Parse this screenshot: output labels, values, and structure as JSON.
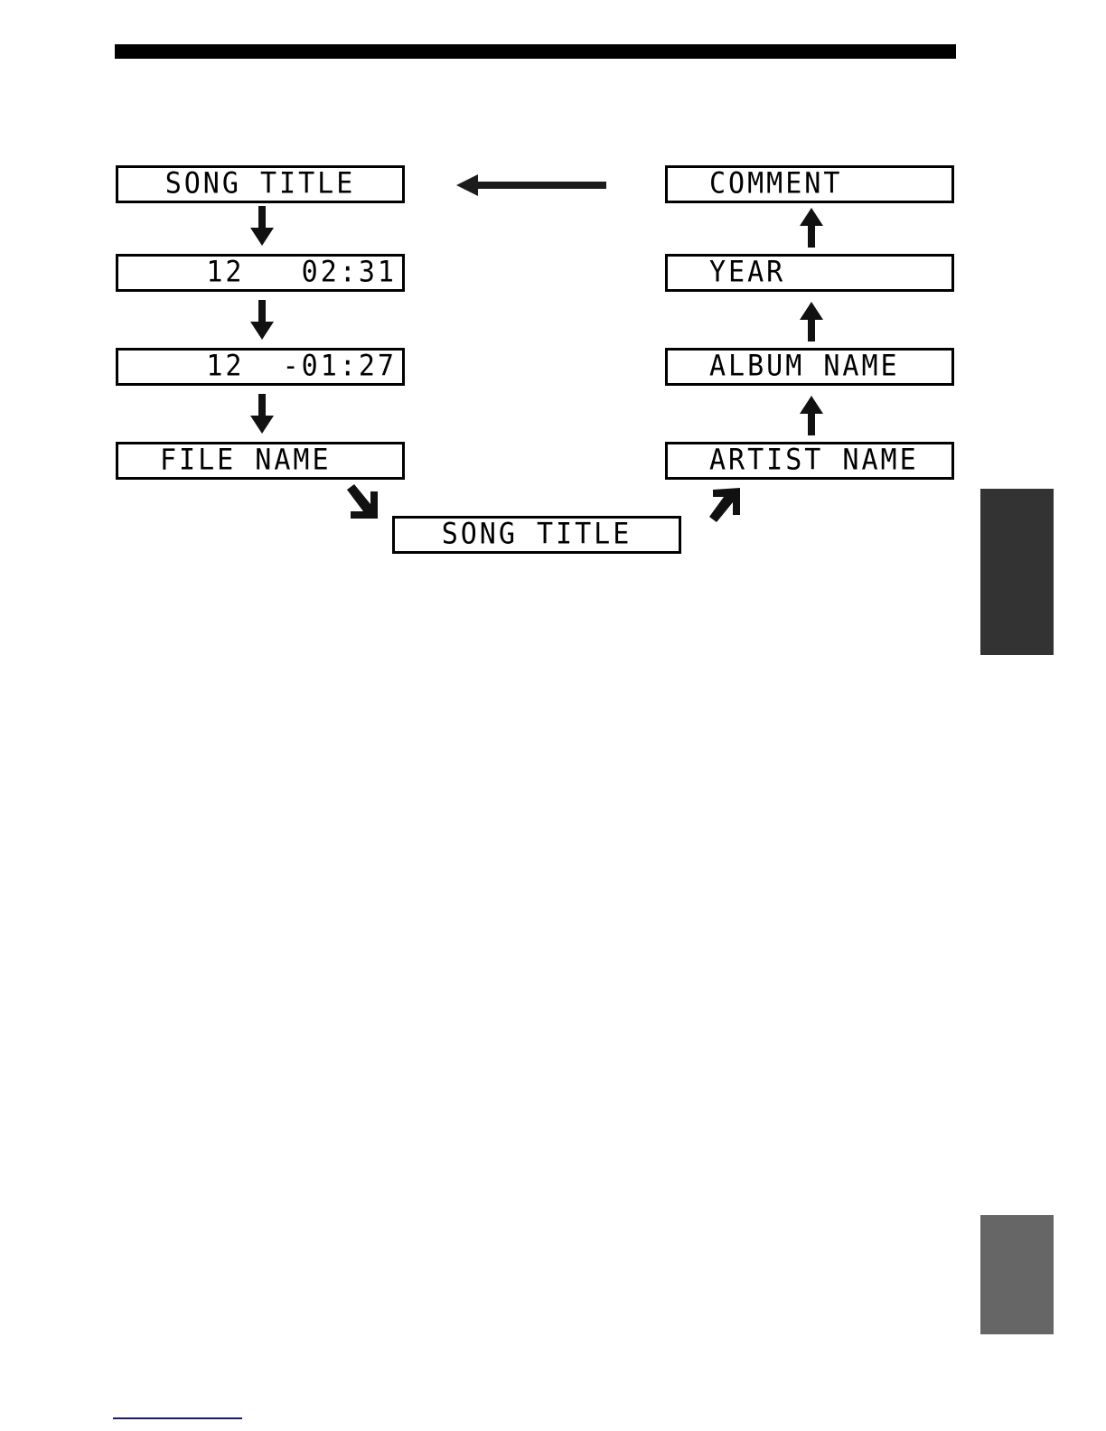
{
  "page": {
    "background_color": "#ffffff",
    "top_rule_color": "#000000",
    "footnote_rule_color": "#1a1a6e"
  },
  "diagram": {
    "type": "display-cycle-flow",
    "left_column": [
      {
        "id": "song-title-top",
        "text": "SONG TITLE",
        "align": "center"
      },
      {
        "id": "elapsed",
        "text": "12   02:31",
        "align": "right"
      },
      {
        "id": "remaining",
        "text": "12  -01:27",
        "align": "right"
      },
      {
        "id": "file-name",
        "text": "FILE NAME",
        "align": "left"
      }
    ],
    "right_column": [
      {
        "id": "comment",
        "text": "COMMENT",
        "align": "left"
      },
      {
        "id": "year",
        "text": "YEAR",
        "align": "left"
      },
      {
        "id": "album-name",
        "text": "ALBUM NAME",
        "align": "left"
      },
      {
        "id": "artist-name",
        "text": "ARTIST NAME",
        "align": "left"
      }
    ],
    "bottom_center": {
      "id": "song-title-bottom",
      "text": "SONG TITLE",
      "align": "center"
    },
    "arrows": [
      {
        "id": "down-1",
        "direction": "down",
        "from": "song-title-top",
        "to": "elapsed"
      },
      {
        "id": "down-2",
        "direction": "down",
        "from": "elapsed",
        "to": "remaining"
      },
      {
        "id": "down-3",
        "direction": "down",
        "from": "remaining",
        "to": "file-name"
      },
      {
        "id": "diag-down-right",
        "direction": "down-right",
        "from": "file-name",
        "to": "song-title-bottom"
      },
      {
        "id": "diag-up-right",
        "direction": "up-right",
        "from": "song-title-bottom",
        "to": "artist-name"
      },
      {
        "id": "up-3",
        "direction": "up",
        "from": "artist-name",
        "to": "album-name"
      },
      {
        "id": "up-2",
        "direction": "up",
        "from": "album-name",
        "to": "year"
      },
      {
        "id": "up-1",
        "direction": "up",
        "from": "year",
        "to": "comment"
      },
      {
        "id": "left-long",
        "direction": "left",
        "from": "comment",
        "to": "song-title-top"
      }
    ]
  },
  "edge_tabs": [
    {
      "id": "dark",
      "color": "#333333"
    },
    {
      "id": "light",
      "color": "#666666"
    }
  ]
}
